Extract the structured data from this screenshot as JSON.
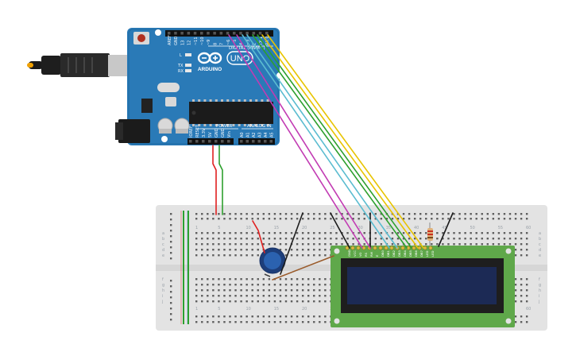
{
  "arduino": {
    "logo_text": "ARDUINO",
    "model": "UNO",
    "digital_label": "DIGITAL (PWM~)",
    "power_label": "POWER",
    "analog_label": "ANALOG IN",
    "led_l": "L",
    "led_tx": "TX",
    "led_rx": "RX",
    "digital_pins": [
      "AREF",
      "GND",
      "13",
      "12",
      "~11",
      "~10",
      "~9",
      "8",
      "7",
      "~6",
      "~5",
      "4",
      "~3",
      "2",
      "TX 1",
      "RX 0"
    ],
    "power_pins": [
      "IOREF",
      "RESET",
      "3.3V",
      "5V",
      "GND",
      "GND",
      "Vin"
    ],
    "analog_pins": [
      "A0",
      "A1",
      "A2",
      "A3",
      "A4",
      "A5"
    ]
  },
  "breadboard": {
    "col_numbers": [
      "1",
      "5",
      "10",
      "15",
      "20",
      "25",
      "30",
      "35",
      "40",
      "45",
      "50",
      "55",
      "60"
    ],
    "row_letters_top": [
      "a",
      "b",
      "c",
      "d",
      "e"
    ],
    "row_letters_bottom": [
      "f",
      "g",
      "h",
      "i",
      "j"
    ]
  },
  "lcd": {
    "pin_labels": [
      "GND",
      "VCC",
      "VO",
      "RS",
      "RW",
      "E",
      "DB0",
      "DB1",
      "DB2",
      "DB3",
      "DB4",
      "DB5",
      "DB6",
      "DB7",
      "LED",
      "LED"
    ]
  },
  "colors": {
    "board": "#2a7ab7",
    "wire_red": "#e02020",
    "wire_green": "#2ea02e",
    "wire_magenta": "#c23bb3",
    "wire_cyan": "#5bbcd0",
    "wire_yellow": "#e8c400",
    "wire_black": "#1c1c1c",
    "wire_brown": "#9a5b2b",
    "lcd_pcb": "#5fa84a",
    "lcd_screen": "#1c2a55"
  }
}
